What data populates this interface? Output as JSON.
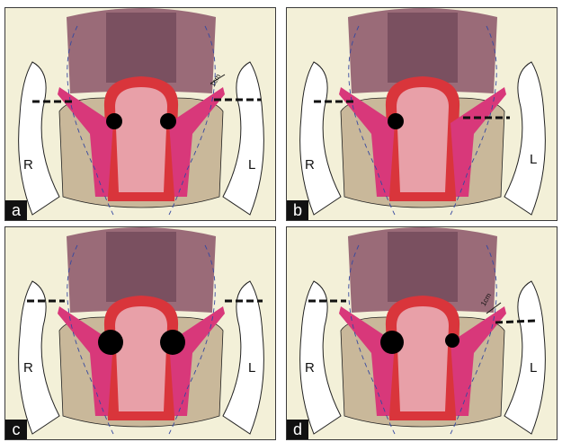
{
  "figure": {
    "panels": [
      {
        "letter": "a",
        "side_right": "R",
        "side_left": "L",
        "dimension": "1cm"
      },
      {
        "letter": "b",
        "side_right": "R",
        "side_left": "L",
        "dimension": ""
      },
      {
        "letter": "c",
        "side_right": "R",
        "side_left": "L",
        "dimension": ""
      },
      {
        "letter": "d",
        "side_right": "R",
        "side_left": "L",
        "dimension": "1cm"
      }
    ]
  },
  "colors": {
    "pelvic_bg": "#f3f0d8",
    "bone": "#ffffff",
    "levator": "#c9b89a",
    "bladder": "#9a6b78",
    "uterus": "#8a5c6a",
    "rectal_wall": "#d9353b",
    "lumen": "#e8a0a8",
    "sphincter": "#d8387a",
    "tumor": "#000000"
  }
}
